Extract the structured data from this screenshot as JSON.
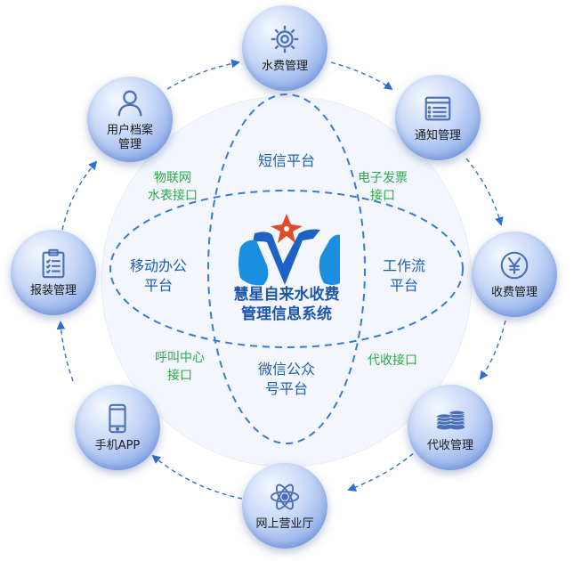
{
  "center": {
    "line1": "慧星自来水收费",
    "line2": "管理信息系统"
  },
  "regions": {
    "top": "短信平台",
    "left_line1": "移动办公",
    "left_line2": "平台",
    "right_line1": "工作流",
    "right_line2": "平台",
    "bottom_line1": "微信公众",
    "bottom_line2": "号平台"
  },
  "interfaces": {
    "top_left_line1": "物联网",
    "top_left_line2": "水表接口",
    "top_right_line1": "电子发票",
    "top_right_line2": "接口",
    "bottom_left_line1": "呼叫中心",
    "bottom_left_line2": "接口",
    "bottom_right": "代收接口"
  },
  "nodes": {
    "water_fee": {
      "label": "水费管理",
      "icon": "gear-icon"
    },
    "notice": {
      "label": "通知管理",
      "icon": "list-icon"
    },
    "charge": {
      "label": "收费管理",
      "icon": "yen-icon"
    },
    "collection": {
      "label": "代收管理",
      "icon": "coins-icon"
    },
    "online_hall": {
      "label": "网上营业厅",
      "icon": "atom-icon"
    },
    "mobile_app": {
      "label": "手机APP",
      "icon": "phone-icon"
    },
    "repair": {
      "label": "报装管理",
      "icon": "clipboard-icon"
    },
    "user_archive_line1": "用户档案",
    "user_archive_line2": "管理",
    "user_archive_icon": "user-icon"
  },
  "colors": {
    "accent_blue": "#1c5fb6",
    "interface_green": "#2aa84a",
    "dashed_ring": "#3a7ad6"
  }
}
